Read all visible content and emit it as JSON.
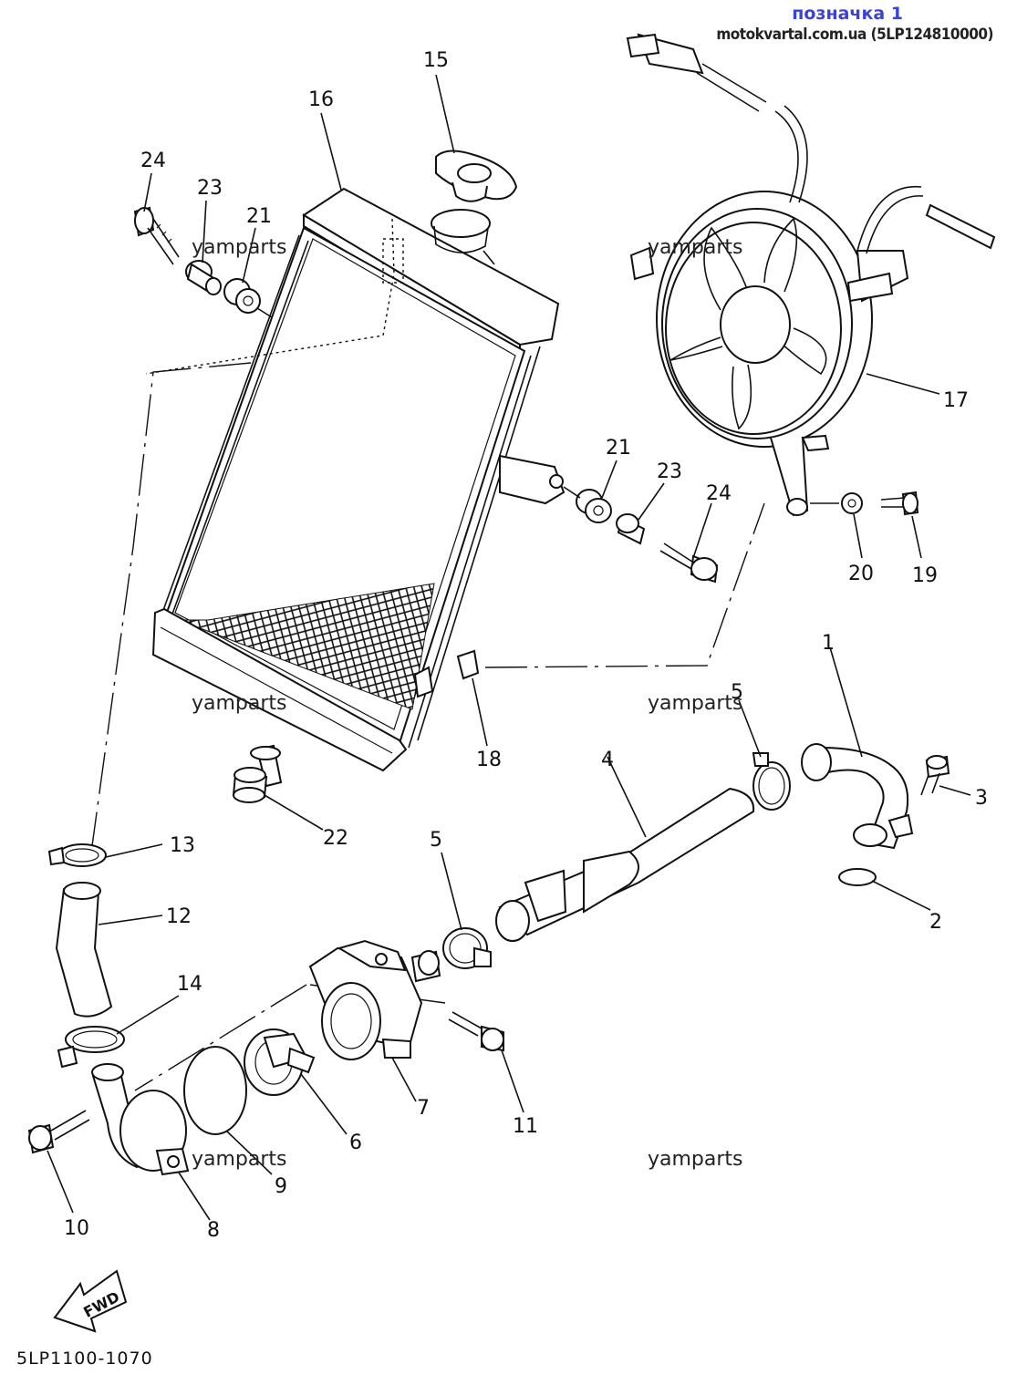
{
  "header": {
    "label": "позначка 1",
    "site": "motokvartal.com.ua (5LP124810000)"
  },
  "watermark": "yamparts",
  "diagram_code": "5LP1100-1070",
  "fwd_label": "FWD",
  "callouts": {
    "n1": "1",
    "n2": "2",
    "n3": "3",
    "n4": "4",
    "n5a": "5",
    "n5b": "5",
    "n6": "6",
    "n7": "7",
    "n8": "8",
    "n9": "9",
    "n10": "10",
    "n11": "11",
    "n12": "12",
    "n13": "13",
    "n14": "14",
    "n15": "15",
    "n16": "16",
    "n17": "17",
    "n18": "18",
    "n19": "19",
    "n20": "20",
    "n21a": "21",
    "n21b": "21",
    "n22": "22",
    "n23a": "23",
    "n23b": "23",
    "n24a": "24",
    "n24b": "24"
  }
}
